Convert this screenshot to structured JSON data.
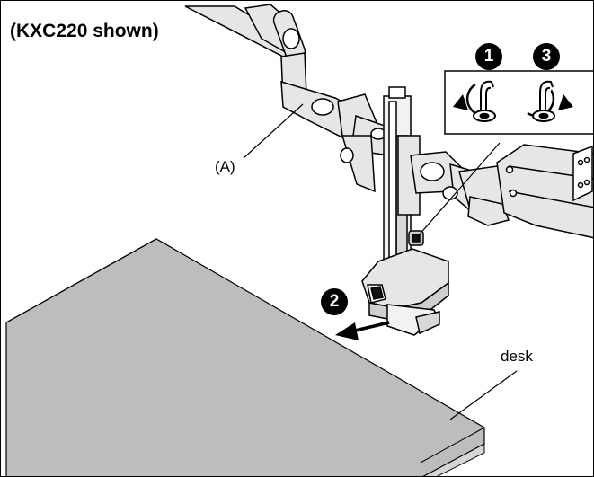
{
  "title": "(KXC220 shown)",
  "labels": {
    "arm": "(A)",
    "desk": "desk"
  },
  "steps": {
    "one": "1",
    "two": "2",
    "three": "3"
  },
  "icons": {
    "loosen": "rotate-counterclockwise-icon",
    "tighten": "rotate-clockwise-icon",
    "direction": "slide-arrow-icon"
  },
  "colors": {
    "desk_fill": "#bdbdbd",
    "desk_edge": "#d6d6d6",
    "ink": "#000000",
    "arm_fill": "#e6e6e6"
  }
}
